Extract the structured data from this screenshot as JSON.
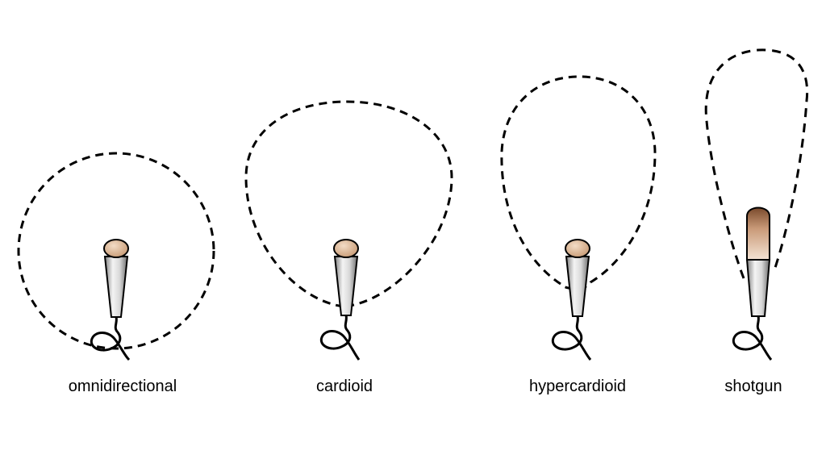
{
  "diagram": {
    "patterns": [
      {
        "id": "omnidirectional",
        "label": "omnidirectional",
        "mic": "standard"
      },
      {
        "id": "cardioid",
        "label": "cardioid",
        "mic": "standard"
      },
      {
        "id": "hypercardioid",
        "label": "hypercardioid",
        "mic": "standard"
      },
      {
        "id": "shotgun",
        "label": "shotgun",
        "mic": "long"
      }
    ]
  },
  "colors": {
    "background": "#ffffff",
    "outline": "#000000",
    "mic_head": "#e3bfa0",
    "mic_body_light": "#f2f2f2",
    "mic_body_dark": "#8c8c8c"
  }
}
